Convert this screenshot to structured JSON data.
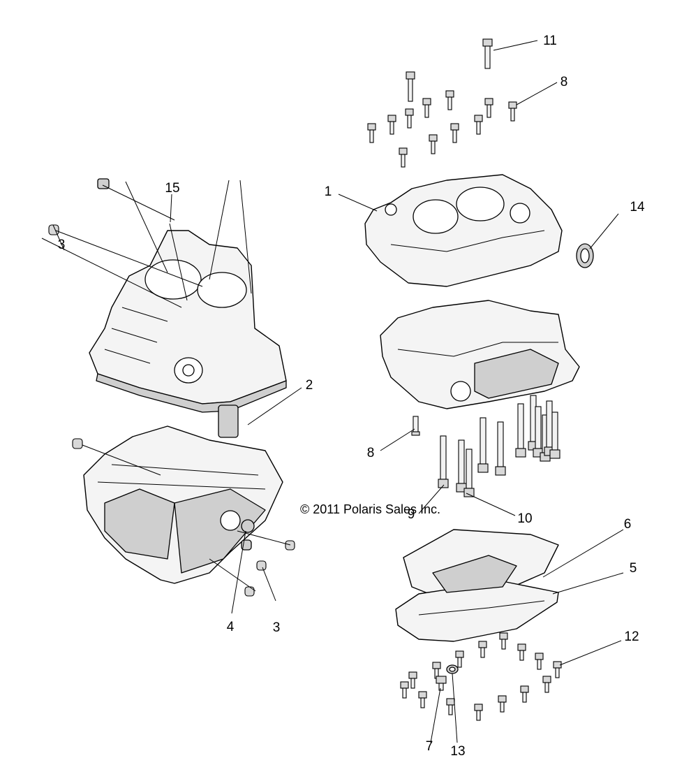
{
  "copyright": "© 2011 Polaris Sales Inc.",
  "callouts": {
    "c1": "1",
    "c2": "2",
    "c3a": "3",
    "c3b": "3",
    "c4": "4",
    "c5": "5",
    "c6": "6",
    "c7": "7",
    "c8a": "8",
    "c8b": "8",
    "c9": "9",
    "c10": "10",
    "c11": "11",
    "c12": "12",
    "c13": "13",
    "c14": "14",
    "c15": "15"
  }
}
